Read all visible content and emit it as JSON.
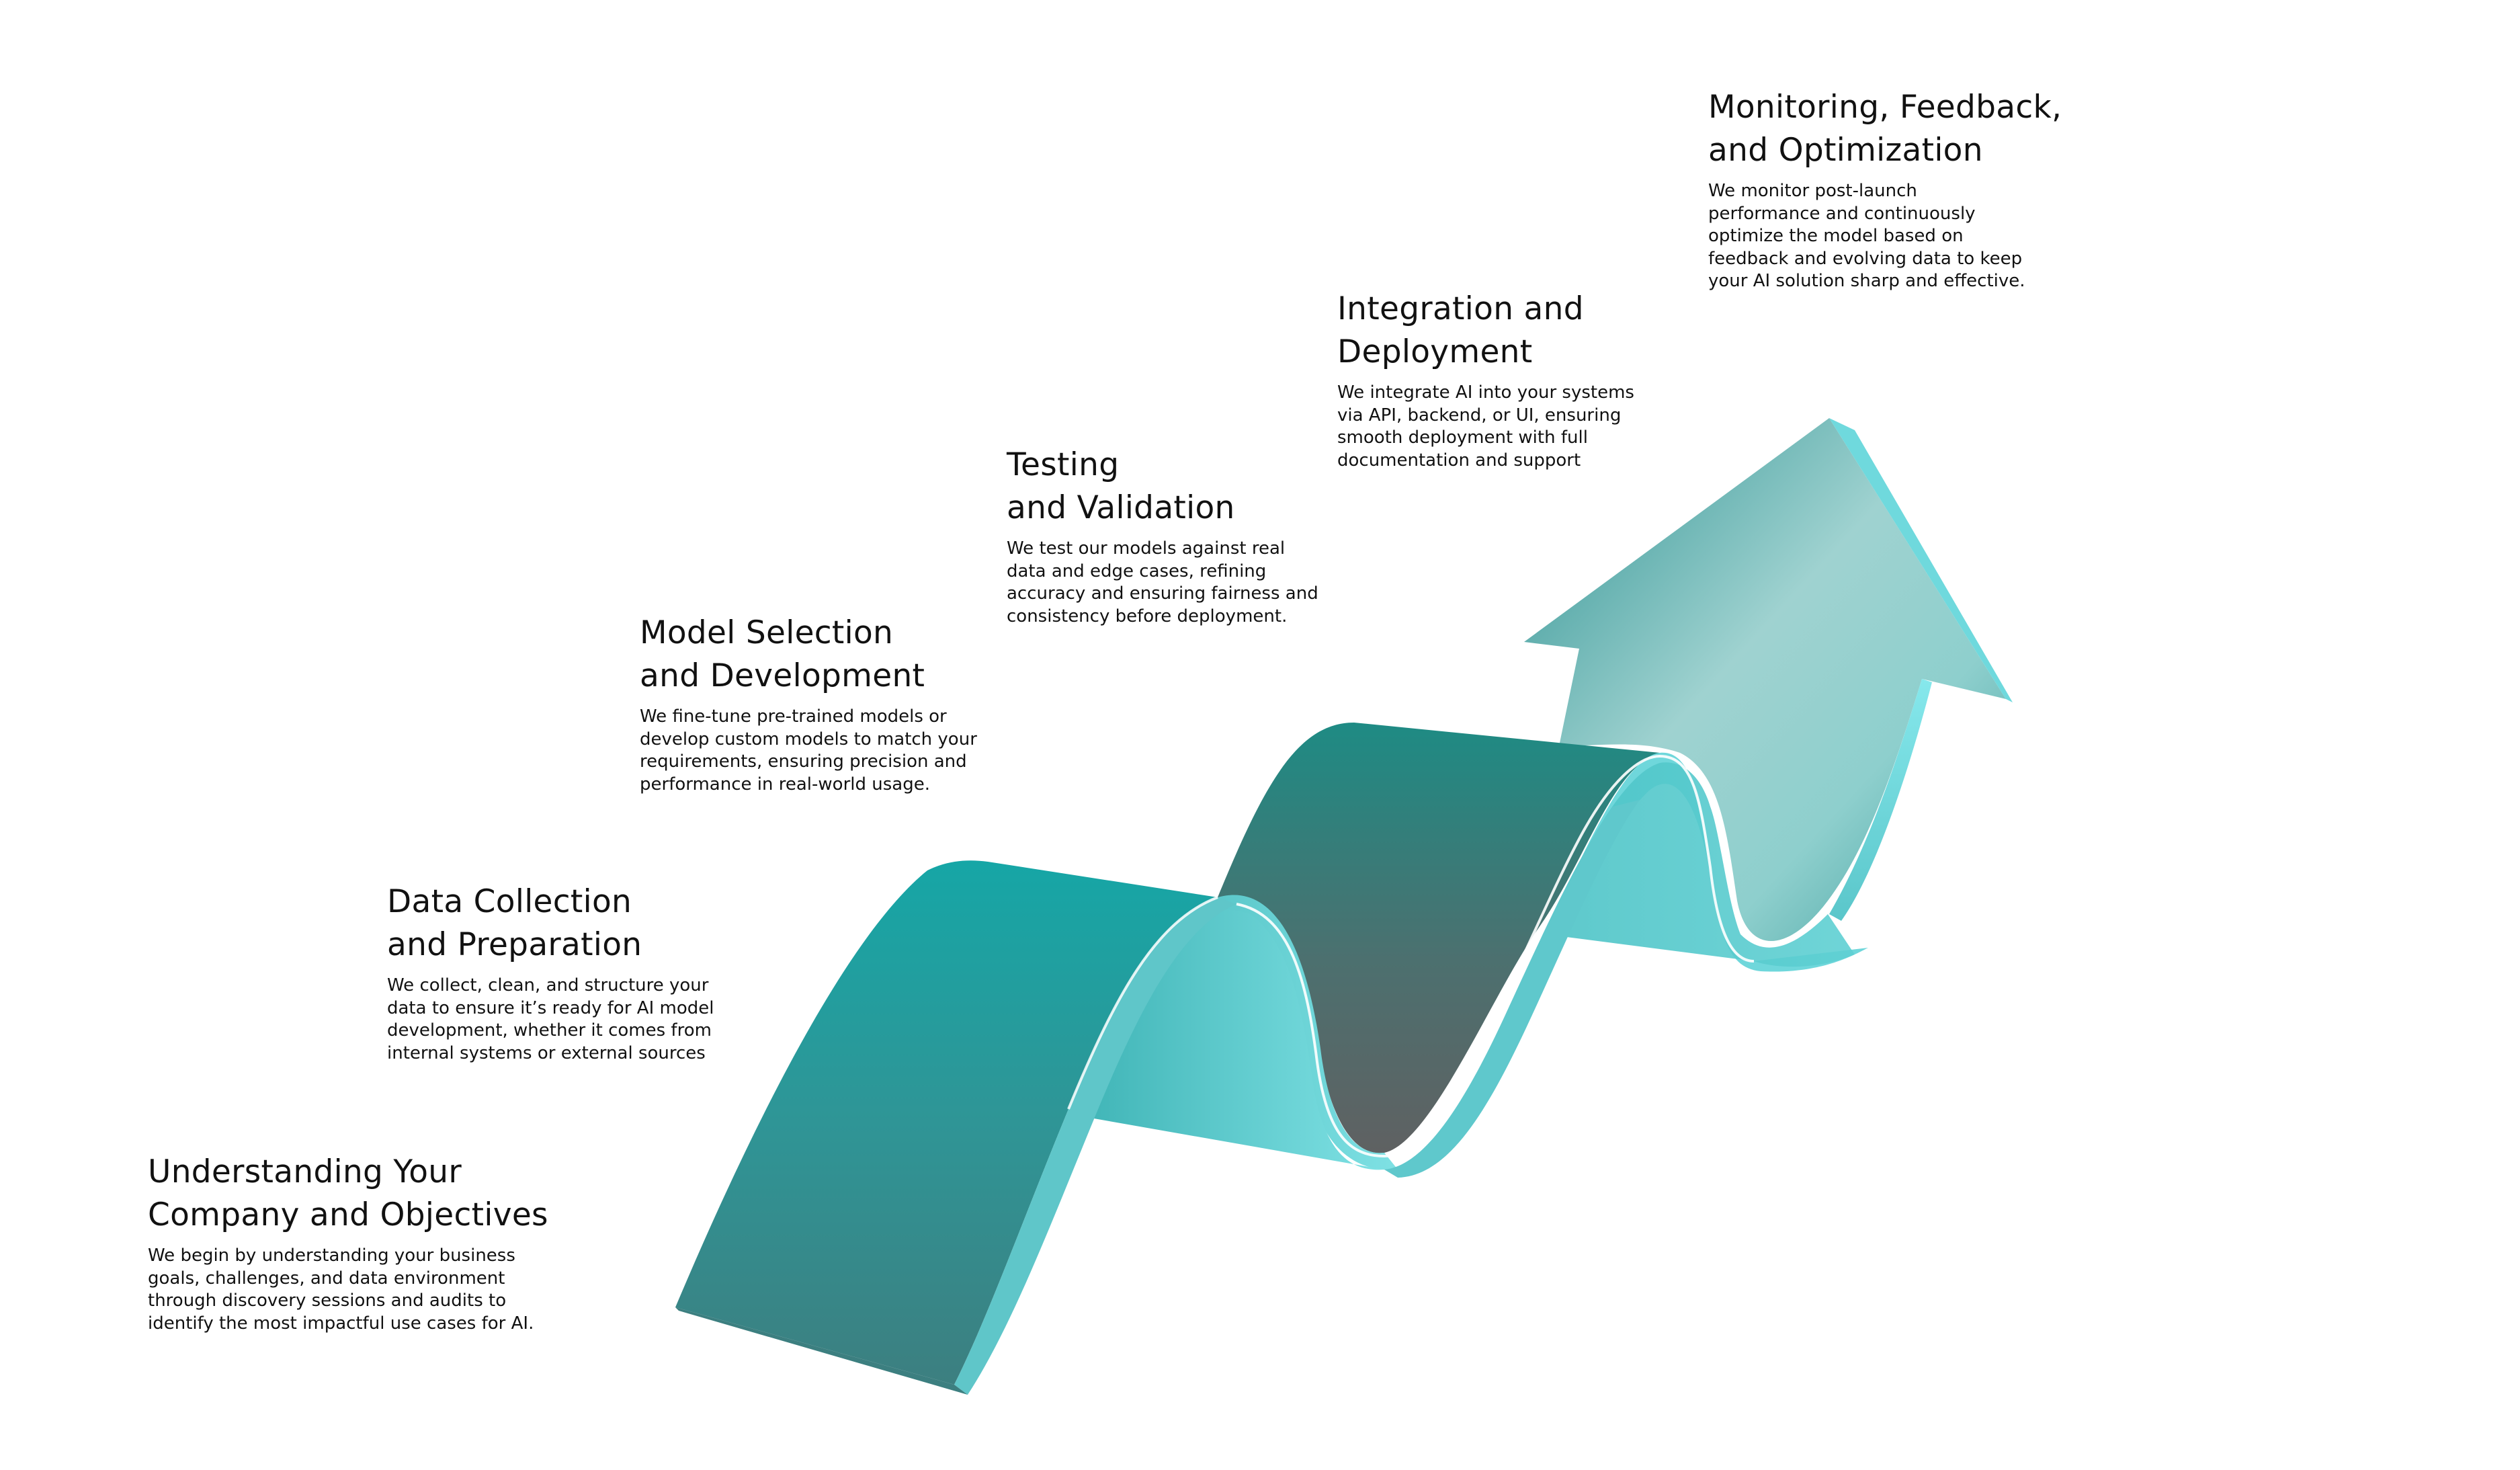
{
  "colors": {
    "background": "#ffffff",
    "teal_dark": "#2f8f8f",
    "teal_mid": "#43a6a6",
    "teal_light": "#7fe3e6",
    "teal_edge": "#5fcfd3",
    "shadow_gray": "#5b6566"
  },
  "steps": [
    {
      "title": [
        "Understanding Your",
        "Company and Objectives"
      ],
      "description": [
        "We begin by understanding your business",
        "goals, challenges, and data environment",
        "through discovery sessions and audits to",
        "identify the most impactful use cases for AI."
      ]
    },
    {
      "title": [
        "Data Collection",
        "and Preparation"
      ],
      "description": [
        "We collect, clean, and structure your",
        "data to ensure it’s ready for AI model",
        "development, whether it comes from",
        "internal systems or external sources"
      ]
    },
    {
      "title": [
        "Model Selection",
        "and Development"
      ],
      "description": [
        "We fine-tune pre-trained models or",
        "develop custom models to match your",
        "requirements, ensuring precision and",
        "performance in real-world usage."
      ]
    },
    {
      "title": [
        "Testing",
        "and Validation"
      ],
      "description": [
        "We test our models against real",
        "data and edge cases, refining",
        "accuracy and ensuring fairness and",
        "consistency before deployment."
      ]
    },
    {
      "title": [
        "Integration and",
        "Deployment"
      ],
      "description": [
        "We integrate AI into your systems",
        "via API, backend, or UI, ensuring",
        "smooth deployment with full",
        "documentation and support"
      ]
    },
    {
      "title": [
        "Monitoring, Feedback,",
        "and Optimization"
      ],
      "description": [
        "We monitor post-launch",
        "performance and continuously",
        "optimize the model based on",
        "feedback and evolving data to keep",
        "your AI solution sharp and effective."
      ]
    }
  ]
}
